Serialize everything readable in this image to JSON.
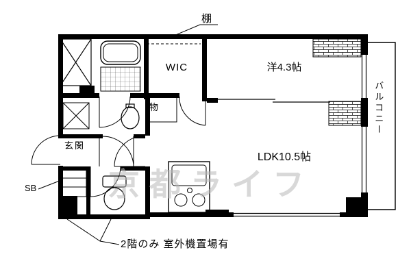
{
  "floorplan": {
    "labels": {
      "shelf": "棚",
      "wic": "WIC",
      "storage": "物",
      "western_room": "洋4.3帖",
      "entrance": "玄関",
      "shoe_box": "SB",
      "ldk": "LDK10.5帖",
      "balcony": "バルコニー",
      "note": "2階のみ 室外機置場有"
    },
    "watermark": "京都ライフ",
    "colors": {
      "wall": "#000000",
      "background": "#ffffff",
      "watermark": "#b9b9b9",
      "tile_hatch": "#555555"
    }
  }
}
